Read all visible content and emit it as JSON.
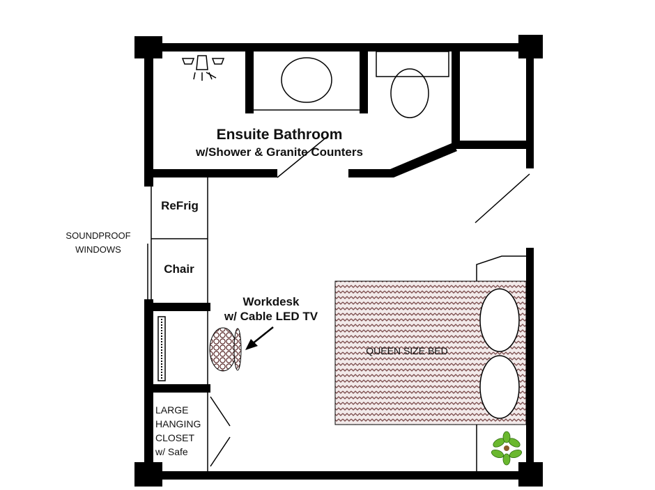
{
  "labels": {
    "bathroom_title": "Ensuite Bathroom",
    "bathroom_subtitle": "w/Shower & Granite Counters",
    "refrig": "ReFrig",
    "chair": "Chair",
    "soundproof_line1": "SOUNDPROOF",
    "soundproof_line2": "WINDOWS",
    "workdesk_line1": "Workdesk",
    "workdesk_line2": "w/ Cable LED TV",
    "bed": "QUEEN SIZE BED",
    "closet_line1": "LARGE",
    "closet_line2": "HANGING",
    "closet_line3": "CLOSET",
    "closet_line4": "w/ Safe"
  },
  "colors": {
    "wall": "#000000",
    "bed_pattern": "#7a4a4a",
    "plant": "#6ab82e"
  },
  "icons": {
    "ceiling_light": "light-fixture-icon",
    "plant": "plant-icon",
    "chair": "desk-chair-icon"
  }
}
